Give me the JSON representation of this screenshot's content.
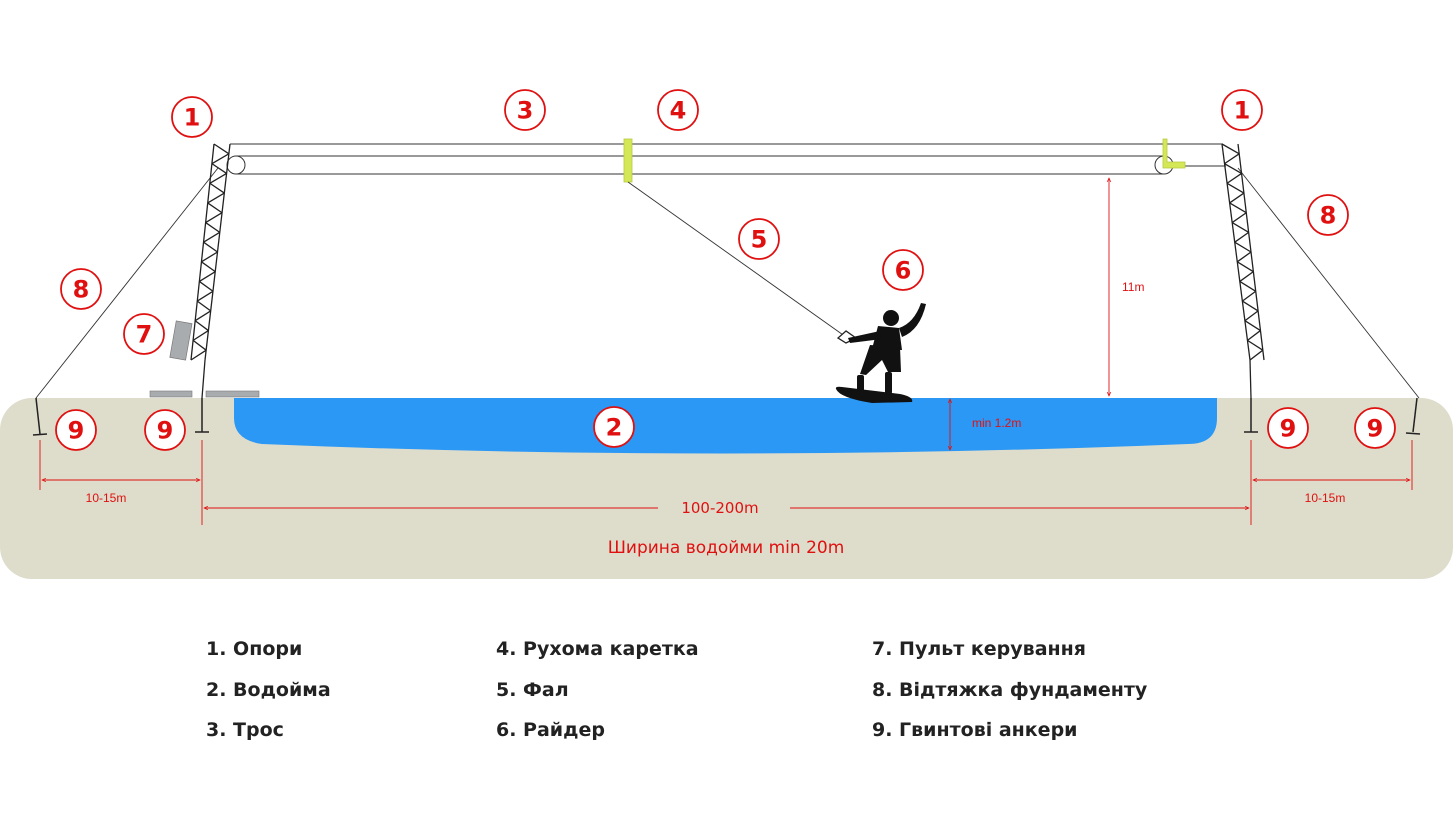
{
  "colors": {
    "ground": "#dedccb",
    "water": "#2b98f5",
    "accent_red": "#e01010",
    "carriage": "#d4e857",
    "control_panel": "#a9acaf",
    "structure": "#222222"
  },
  "callouts": [
    {
      "id": "supports-left",
      "label": "1"
    },
    {
      "id": "supports-right",
      "label": "1"
    },
    {
      "id": "pond",
      "label": "2"
    },
    {
      "id": "cable",
      "label": "3"
    },
    {
      "id": "carriage",
      "label": "4"
    },
    {
      "id": "rope",
      "label": "5"
    },
    {
      "id": "rider",
      "label": "6"
    },
    {
      "id": "control-panel",
      "label": "7"
    },
    {
      "id": "guy-left",
      "label": "8"
    },
    {
      "id": "guy-right",
      "label": "8"
    },
    {
      "id": "anchor-1",
      "label": "9"
    },
    {
      "id": "anchor-2",
      "label": "9"
    },
    {
      "id": "anchor-3",
      "label": "9"
    },
    {
      "id": "anchor-4",
      "label": "9"
    }
  ],
  "dimensions": {
    "height": "11m",
    "depth": "min 1.2m",
    "span": "100-200m",
    "guy_left": "10-15m",
    "guy_right": "10-15m",
    "pond_width": "Ширина водойми min 20m"
  },
  "legend": [
    [
      "1. Опори",
      "2. Водойма",
      "3. Трос"
    ],
    [
      "4. Рухома каретка",
      "5. Фал",
      "6. Райдер"
    ],
    [
      "7. Пульт керування",
      "8. Відтяжка фундаменту",
      "9. Гвинтові анкери"
    ]
  ]
}
